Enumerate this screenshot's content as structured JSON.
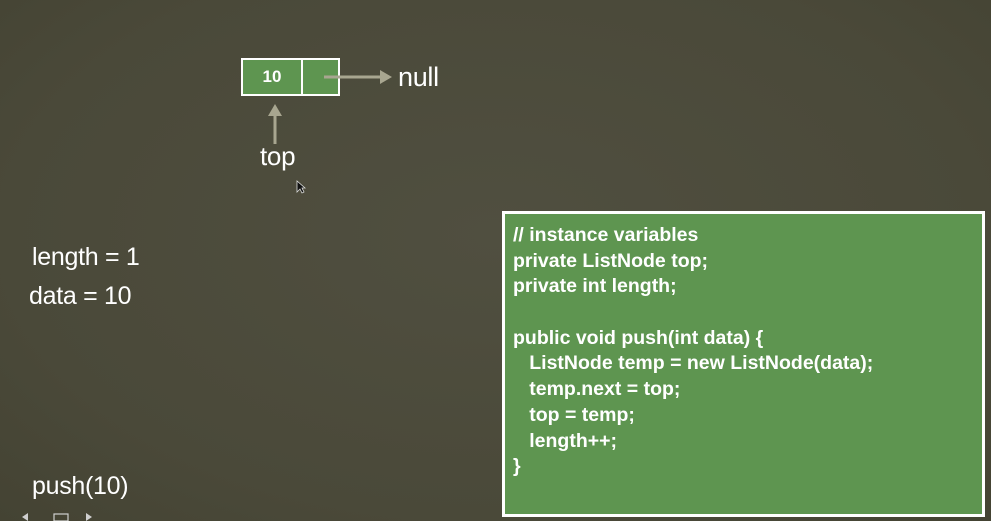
{
  "node": {
    "value": "10",
    "next_label": "null",
    "pointer_label": "top"
  },
  "state": {
    "length_text": "length = 1",
    "data_text": "data = 10"
  },
  "operation": "push(10)",
  "code": {
    "lines": [
      "// instance variables",
      "private ListNode top;",
      "private int length;",
      "",
      "public void push(int data) {",
      "   ListNode temp = new ListNode(data);",
      "   temp.next = top;",
      "   top = temp;",
      "   length++;",
      "}"
    ]
  },
  "colors": {
    "background": "#4c4b3c",
    "node_fill": "#5e9550",
    "code_fill": "#5e9550",
    "arrow": "#a8a690",
    "text": "#ffffff"
  }
}
